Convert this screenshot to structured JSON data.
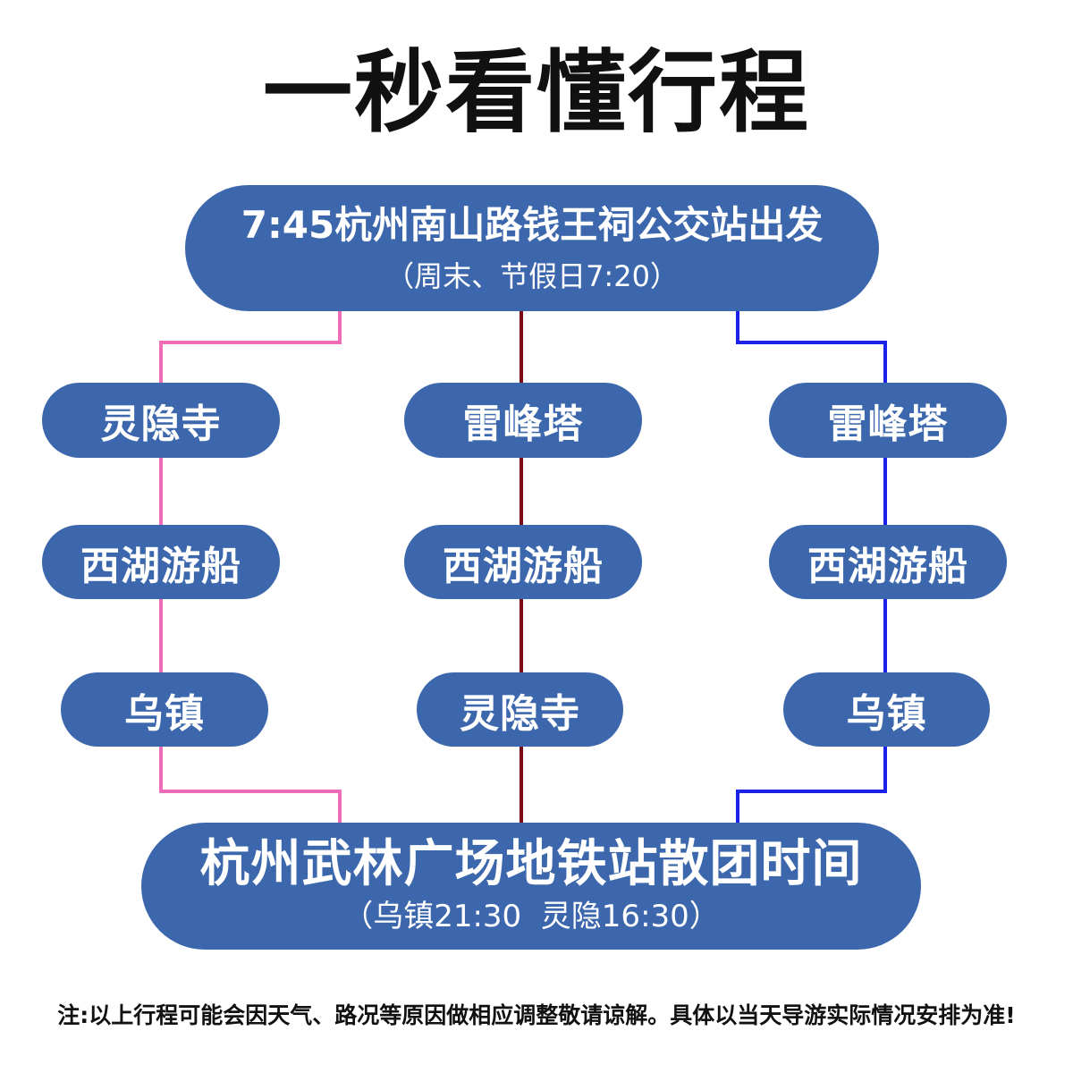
{
  "title": "一秒看懂行程",
  "start": {
    "line1": "7:45杭州南山路钱王祠公交站出发",
    "line2": "（周末、节假日7:20）"
  },
  "routes": [
    {
      "stops": [
        "灵隐寺",
        "西湖游船",
        "乌镇"
      ]
    },
    {
      "stops": [
        "雷峰塔",
        "西湖游船",
        "灵隐寺"
      ]
    },
    {
      "stops": [
        "雷峰塔",
        "西湖游船",
        "乌镇"
      ]
    }
  ],
  "end": {
    "line1": "杭州武林广场地铁站散团时间",
    "line2": "（乌镇21:30  灵隐16:30）"
  },
  "note": "注:以上行程可能会因天气、路况等原因做相应调整敬请谅解。具体以当天导游实际情况安排为准!",
  "colors": {
    "pill": "#3c67ac",
    "text_on_pill": "#ffffff",
    "route_left": "#ef6cb6",
    "route_middle": "#7b0a12",
    "route_right": "#1c22ea"
  }
}
